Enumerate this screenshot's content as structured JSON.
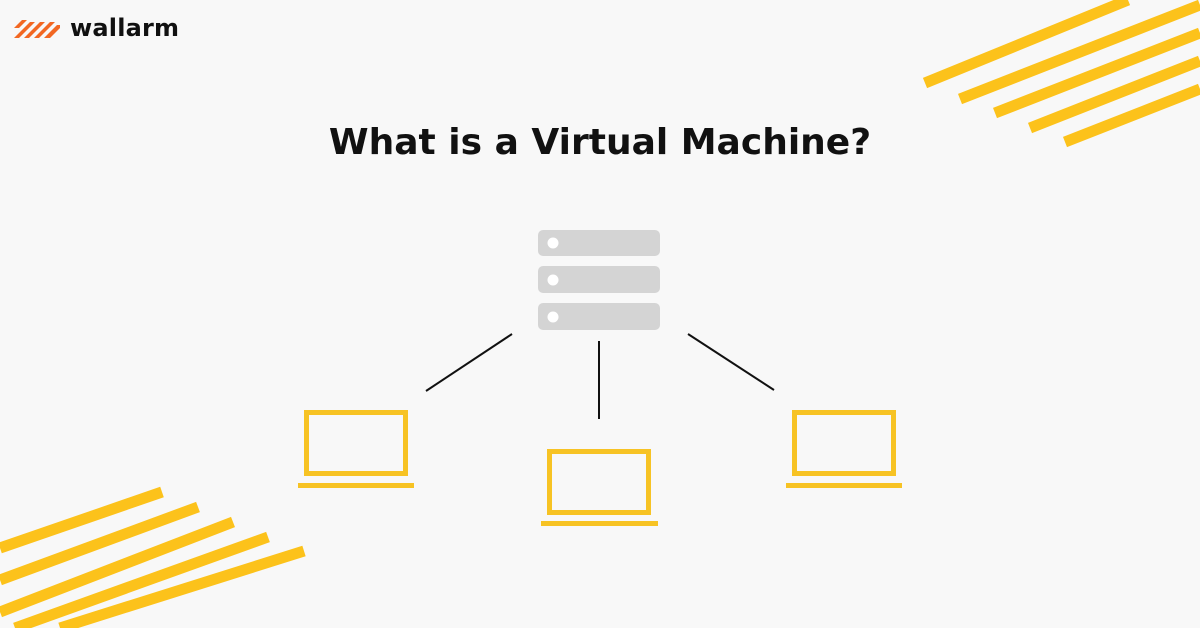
{
  "brand": {
    "name": "wallarm",
    "accent_color": "#f26722",
    "logo_icon": "wallarm-logo-icon"
  },
  "title": "What is a Virtual Machine?",
  "colors": {
    "background": "#f8f8f8",
    "stripes": "#fcc21b",
    "laptops": "#f7c324",
    "server": "#d4d4d4",
    "server_led": "#ffffff",
    "connectors": "#111111",
    "text": "#111111"
  },
  "diagram": {
    "host": {
      "icon": "server-icon",
      "units": 3
    },
    "guests": [
      {
        "icon": "laptop-icon"
      },
      {
        "icon": "laptop-icon"
      },
      {
        "icon": "laptop-icon"
      }
    ]
  }
}
